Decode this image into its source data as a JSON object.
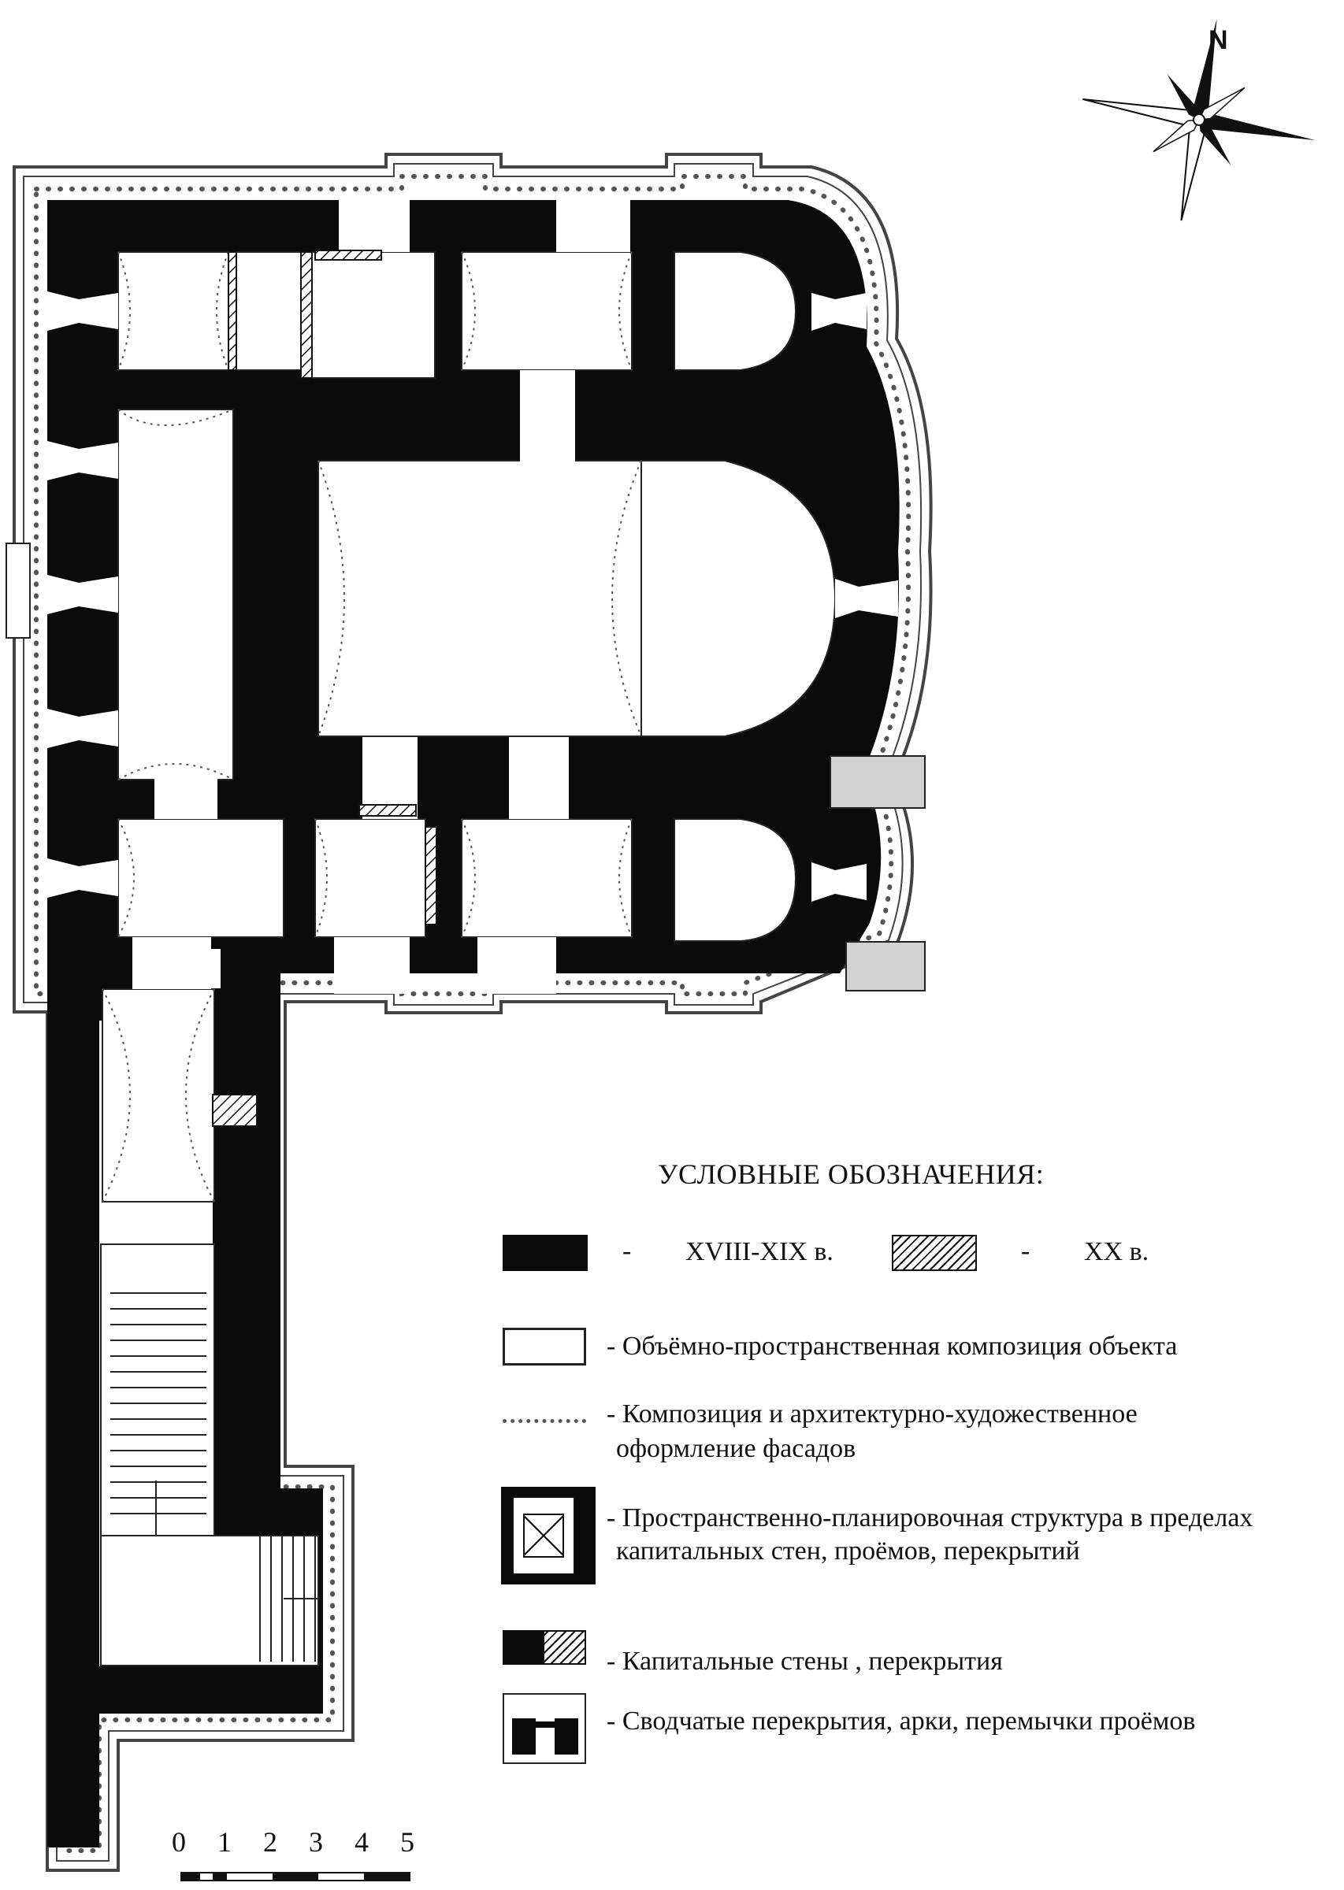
{
  "compass": {
    "north_label": "N"
  },
  "legend": {
    "title": "УСЛОВНЫЕ ОБОЗНАЧЕНИЯ:",
    "dash": "-",
    "period_1": "XVIII-XIX в.",
    "period_2": "XX в.",
    "items": [
      "- Объёмно-пространственная композиция объекта",
      "- Композиция и архитектурно-художественное",
      "оформление фасадов",
      "- Пространственно-планировочная структура в пределах",
      "капитальных  стен, проёмов, перекрытий",
      "- Капитальные стены , перекрытия",
      "- Сводчатые перекрытия, арки, перемычки проёмов"
    ]
  },
  "scale_bar": {
    "labels": [
      "0",
      "1",
      "2",
      "3",
      "4",
      "5"
    ]
  },
  "colors": {
    "wall": "#0b0b0b",
    "dots": "#555555",
    "outline": "#444444",
    "stub": "#d2d2d2"
  }
}
